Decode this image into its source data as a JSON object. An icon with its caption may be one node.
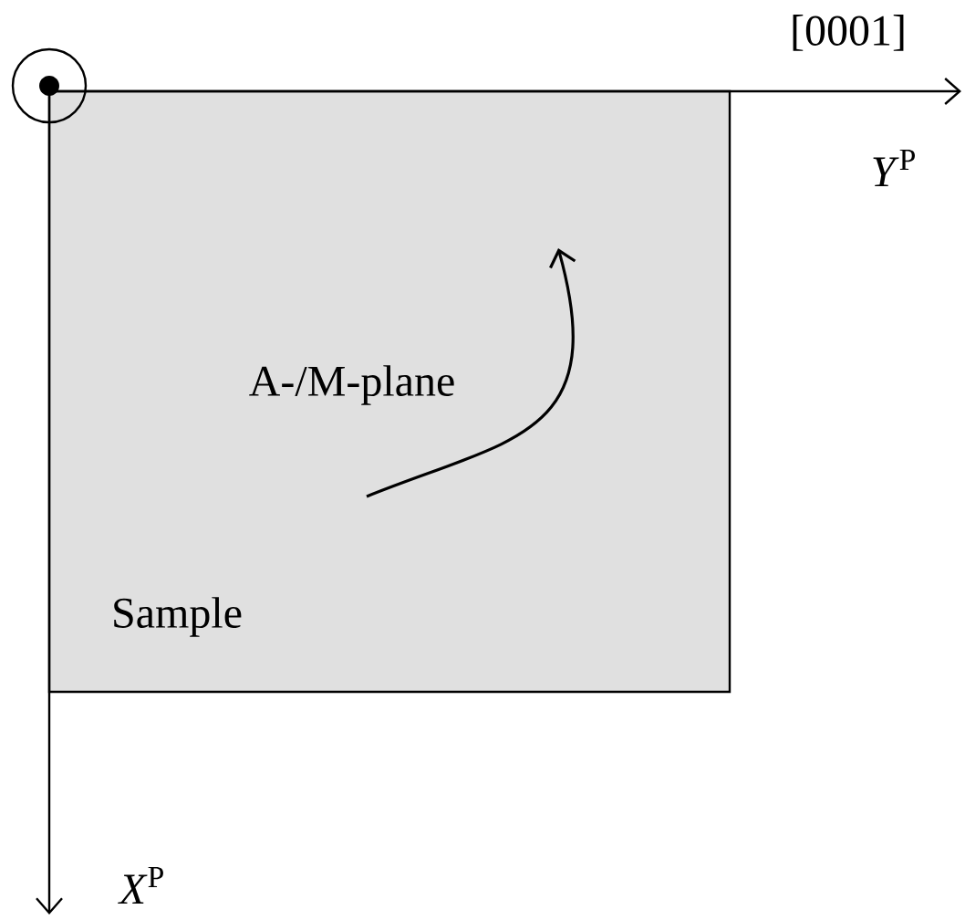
{
  "diagram": {
    "nodes": [
      {
        "text": [
          "A-/M-plane",
          "Sample"
        ]
      }
    ],
    "edges": [],
    "labels": [
      "[0001]",
      "*Y*$^{P}$",
      "*X*$^{P}$"
    ]
  }
}
